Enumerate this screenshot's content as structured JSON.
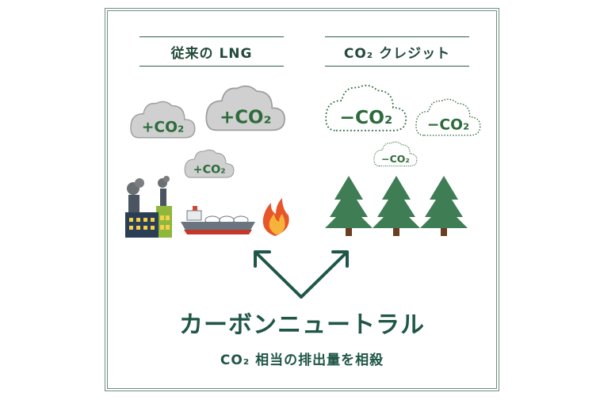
{
  "headings": {
    "left": "従来の LNG",
    "right": "CO₂ クレジット"
  },
  "clouds": {
    "plus": "+CO₂",
    "minus": "−CO₂"
  },
  "title": "カーボンニュートラル",
  "subtitle": "CO₂ 相当の排出量を相殺",
  "colors": {
    "frame": "#6f8f80",
    "heading_text": "#234a3b",
    "title_text": "#1f5647",
    "cloud_fill": "#cfd0cf",
    "cloud_text": "#2d6b3c",
    "tree": "#3f7d55",
    "trunk": "#6b3d22",
    "arrow": "#1f5647"
  }
}
